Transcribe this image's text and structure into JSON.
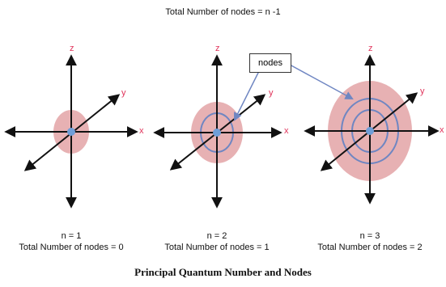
{
  "header": {
    "formula": "Total Number of nodes = n -1"
  },
  "callout": {
    "text": "nodes"
  },
  "axes": {
    "x": "x",
    "y": "y",
    "z": "z"
  },
  "panels": [
    {
      "n_label": "n = 1",
      "total_label": "Total Number of nodes = 0"
    },
    {
      "n_label": "n = 2",
      "total_label": "Total Number of nodes = 1"
    },
    {
      "n_label": "n = 3",
      "total_label": "Total Number of nodes = 2"
    }
  ],
  "footer": {
    "caption": "Principal Quantum Number and Nodes"
  },
  "colors": {
    "axis_label": "#e0335a",
    "orbital_fill": "#e3a3a6",
    "node_ring": "#6f86c2",
    "nucleus": "#6f9ed8",
    "callout_line": "#6f86c2",
    "arrow": "#111111"
  }
}
